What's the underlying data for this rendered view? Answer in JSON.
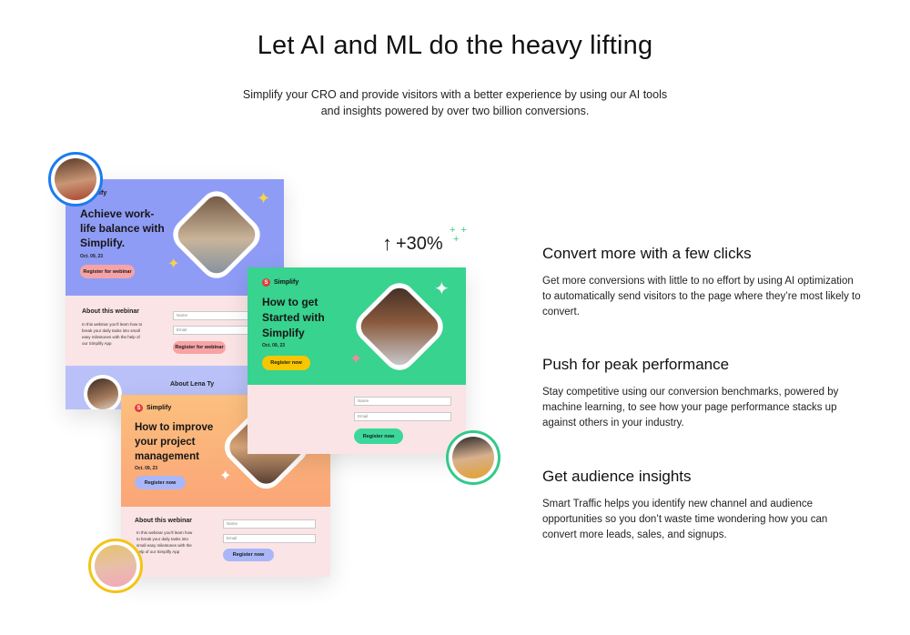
{
  "hero": {
    "title": "Let AI and ML do the heavy lifting",
    "subtitle_line1": "Simplify your CRO and provide visitors with a better experience by using our AI tools",
    "subtitle_line2": "and insights powered by over two billion conversions."
  },
  "stat": {
    "label": "+30%"
  },
  "features": [
    {
      "title": "Convert more with a few clicks",
      "body": "Get more conversions with little to no effort by using AI optimization to automatically send visitors to the page where they’re most likely to convert."
    },
    {
      "title": "Push for peak performance",
      "body": "Stay competitive using our conversion benchmarks, powered by machine learning, to see how your page performance stacks up against others in your industry."
    },
    {
      "title": "Get audience insights",
      "body": "Smart Traffic helps you identify new channel and audience opportunities so you don’t waste time wondering how you can convert more leads, sales, and signups."
    }
  ],
  "card_blue": {
    "brand": "Simplify",
    "headline": "Achieve work-life balance with Simplify.",
    "date": "Oct. 09, 23",
    "cta": "Register for webinar",
    "section_title": "About this webinar",
    "section_body": "In this webinar you’ll learn how to break your daily tasks into small easy milestones with the help of our Simplify App",
    "field_name": "Name",
    "field_email": "Email",
    "form_cta": "Register for webinar",
    "speaker_title": "About Lena Ty"
  },
  "card_green": {
    "brand": "Simplify",
    "headline": "How to get Started with Simplify",
    "date": "Oct. 09, 23",
    "cta": "Register now",
    "field_name": "Name",
    "field_email": "Email",
    "form_cta": "Register now"
  },
  "card_orange": {
    "brand": "Simplify",
    "headline": "How to improve your project management",
    "date": "Oct. 09, 23",
    "cta": "Register now",
    "section_title": "About this webinar",
    "section_body": "In this webinar you’ll learn how to break your daily tasks into small easy milestones with the help of our Simplify App",
    "field_name": "Name",
    "field_email": "Email",
    "form_cta": "Register now"
  },
  "colors": {
    "blue_card": "#8f9cf6",
    "green_card": "#37d38f",
    "orange_card": "#fbb07a",
    "pink_bg": "#fbe4e6",
    "cta_pink": "#f7a3a6",
    "cta_yellow": "#f7c600",
    "cta_green": "#3bd89a",
    "cta_lavender": "#a9b6f7",
    "avatar_ring_blue": "#1b7cf0",
    "avatar_ring_green": "#35c98a",
    "avatar_ring_yellow": "#f3c417",
    "sparkle_green": "#35c98a"
  }
}
